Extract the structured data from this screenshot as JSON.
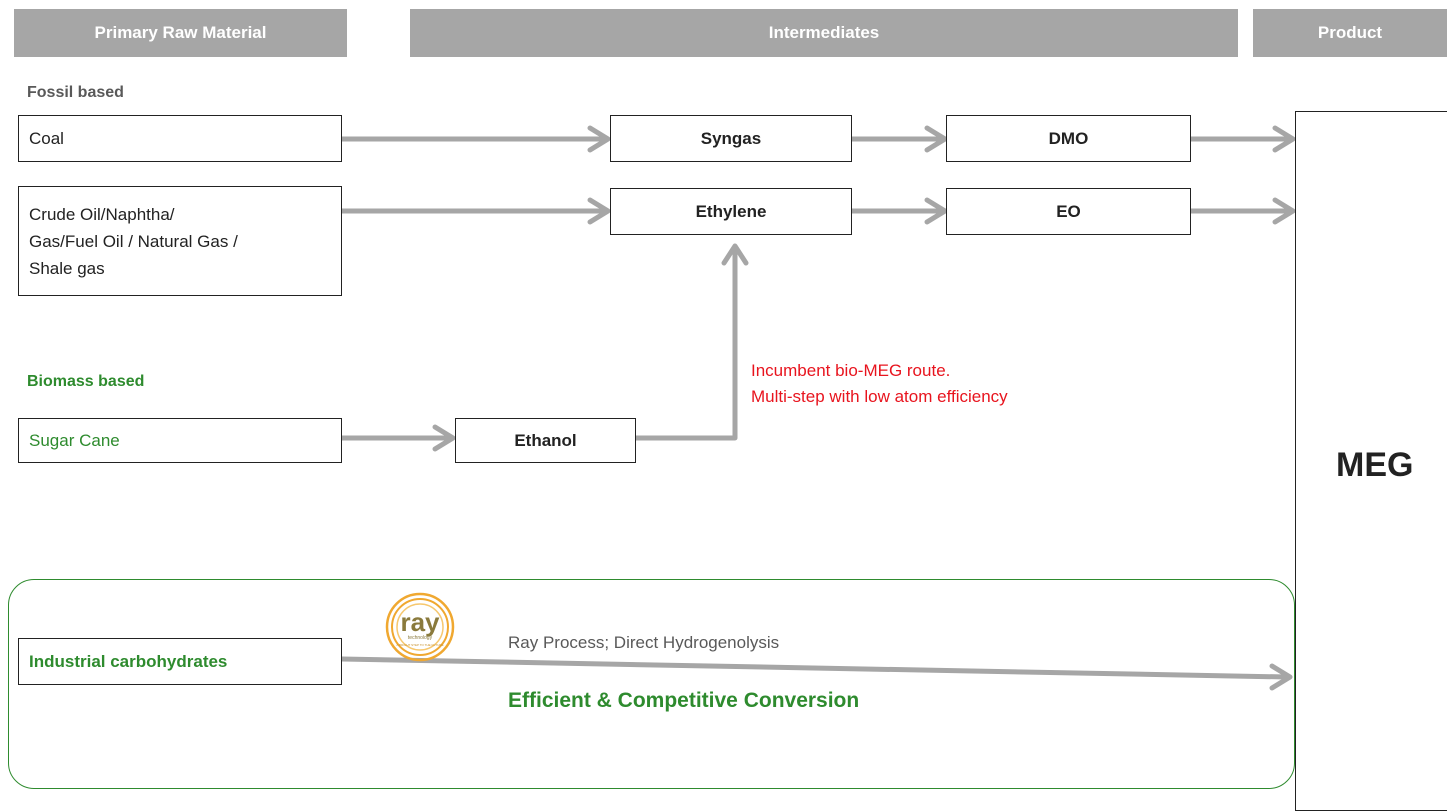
{
  "headers": {
    "raw": "Primary Raw Material",
    "intermediates": "Intermediates",
    "product": "Product"
  },
  "sections": {
    "fossil": "Fossil based",
    "biomass": "Biomass based"
  },
  "raw_materials": {
    "coal": "Coal",
    "crude_lines": [
      "Crude Oil/Naphtha/",
      "Gas/Fuel Oil / Natural Gas /",
      "Shale gas"
    ],
    "sugar": "Sugar Cane",
    "carbs": "Industrial carbohydrates"
  },
  "intermediates": {
    "syngas": "Syngas",
    "dmo": "DMO",
    "ethylene": "Ethylene",
    "eo": "EO",
    "ethanol": "Ethanol"
  },
  "product": "MEG",
  "notes": {
    "incumbent_lines": [
      "Incumbent bio-MEG route.",
      "Multi-step with low atom efficiency"
    ],
    "ray_process": "Ray Process; Direct Hydrogenolysis",
    "efficient": "Efficient & Competitive Conversion"
  },
  "logo": {
    "word": "ray",
    "sub": "technology",
    "tagline": "A BRIGHT STEP TO THE FUTURE"
  },
  "colors": {
    "header_bg": "#a6a6a6",
    "arrow": "#a6a6a6",
    "green": "#2e8b2e",
    "red": "#e8141e",
    "logo_ring": "#f0a830"
  }
}
